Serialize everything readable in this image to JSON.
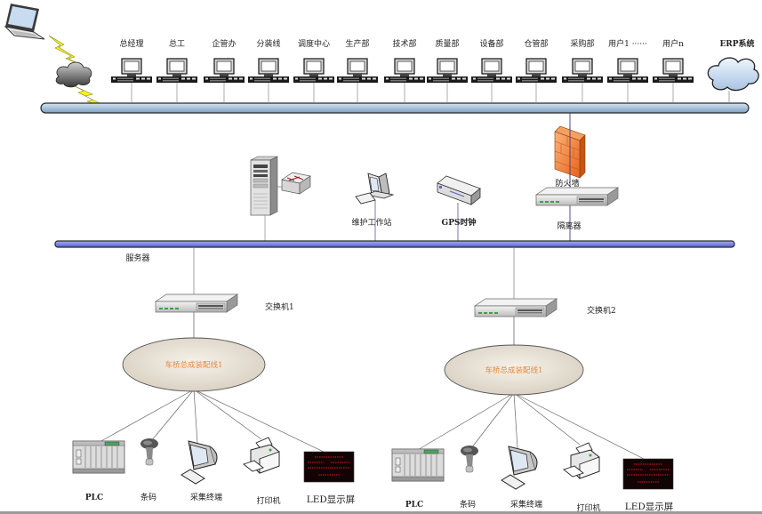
{
  "diagram": {
    "title": "",
    "colors": {
      "office_bus": "#a9c3dd",
      "control_bus": "#7b86e6",
      "bus_outline": "#2a2a2a",
      "ellipse_fill": "#ece6dc",
      "ellipse_text": "#e8873a",
      "firewall": "#f08a3c",
      "lightning": "#f7f21a",
      "led_text": "#c01010"
    },
    "top_row": {
      "laptop": "laptop-icon",
      "internet_cloud": "cloud-icon",
      "workstations": [
        {
          "label": "总经理"
        },
        {
          "label": "总工"
        },
        {
          "label": "企管办"
        },
        {
          "label": "分装线"
        },
        {
          "label": "调度中心"
        },
        {
          "label": "生产部"
        },
        {
          "label": "技术部"
        },
        {
          "label": "质量部"
        },
        {
          "label": "设备部"
        },
        {
          "label": "仓管部"
        },
        {
          "label": "采购部"
        },
        {
          "label": "用户1 ······"
        },
        {
          "label": "用户n"
        }
      ],
      "erp": {
        "label": "ERP系统"
      }
    },
    "middle_row": {
      "server": {
        "label": "服务器"
      },
      "maintenance": {
        "label": "维护工作站"
      },
      "gps": {
        "label": "GPS时钟"
      },
      "firewall": {
        "label": "防火墙"
      },
      "isolator": {
        "label": "隔离器"
      }
    },
    "lines": [
      {
        "switch_label": "交换机1",
        "line_label": "车桥总成装配线1",
        "devices": [
          {
            "label": "PLC",
            "icon": "plc-icon"
          },
          {
            "label": "条码",
            "icon": "barcode-scanner-icon"
          },
          {
            "label": "采集终端",
            "icon": "terminal-icon"
          },
          {
            "label": "打印机",
            "icon": "printer-icon"
          },
          {
            "label": "LED显示屏",
            "icon": "led-display-icon"
          }
        ]
      },
      {
        "switch_label": "交换机2",
        "line_label": "车桥总成装配线1",
        "devices": [
          {
            "label": "PLC",
            "icon": "plc-icon"
          },
          {
            "label": "条码",
            "icon": "barcode-scanner-icon"
          },
          {
            "label": "采集终端",
            "icon": "terminal-icon"
          },
          {
            "label": "打印机",
            "icon": "printer-icon"
          },
          {
            "label": "LED显示屏",
            "icon": "led-display-icon"
          }
        ]
      }
    ]
  }
}
